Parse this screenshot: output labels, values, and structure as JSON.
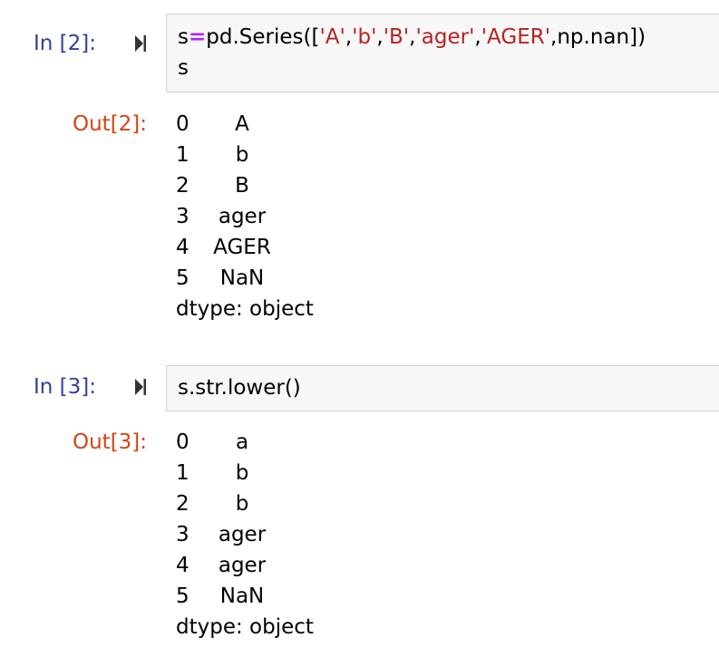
{
  "cells": [
    {
      "in_prompt": "In [2]:",
      "out_prompt": "Out[2]:",
      "code": {
        "line1": {
          "var": "s",
          "op": "=",
          "call": "pd.Series([",
          "strings": [
            "'A'",
            "'b'",
            "'B'",
            "'ager'",
            "'AGER'"
          ],
          "comma": ",",
          "tail": ",np.nan])"
        },
        "line2": "s"
      },
      "output": {
        "rows": [
          {
            "index": "0",
            "value": "A"
          },
          {
            "index": "1",
            "value": "b"
          },
          {
            "index": "2",
            "value": "B"
          },
          {
            "index": "3",
            "value": "ager"
          },
          {
            "index": "4",
            "value": "AGER"
          },
          {
            "index": "5",
            "value": "NaN"
          }
        ],
        "dtype": "dtype: object"
      }
    },
    {
      "in_prompt": "In [3]:",
      "out_prompt": "Out[3]:",
      "code": {
        "line1": "s.str.lower()"
      },
      "output": {
        "rows": [
          {
            "index": "0",
            "value": "a"
          },
          {
            "index": "1",
            "value": "b"
          },
          {
            "index": "2",
            "value": "b"
          },
          {
            "index": "3",
            "value": "ager"
          },
          {
            "index": "4",
            "value": "ager"
          },
          {
            "index": "5",
            "value": "NaN"
          }
        ],
        "dtype": "dtype: object"
      }
    }
  ],
  "icons": {
    "run": "run-cell-icon"
  },
  "colors": {
    "in_prompt": "#303f9f",
    "out_prompt": "#d84315",
    "operator": "#aa22ff",
    "string": "#ba2121",
    "input_background": "#f7f7f7",
    "input_border": "#cfcfcf"
  }
}
